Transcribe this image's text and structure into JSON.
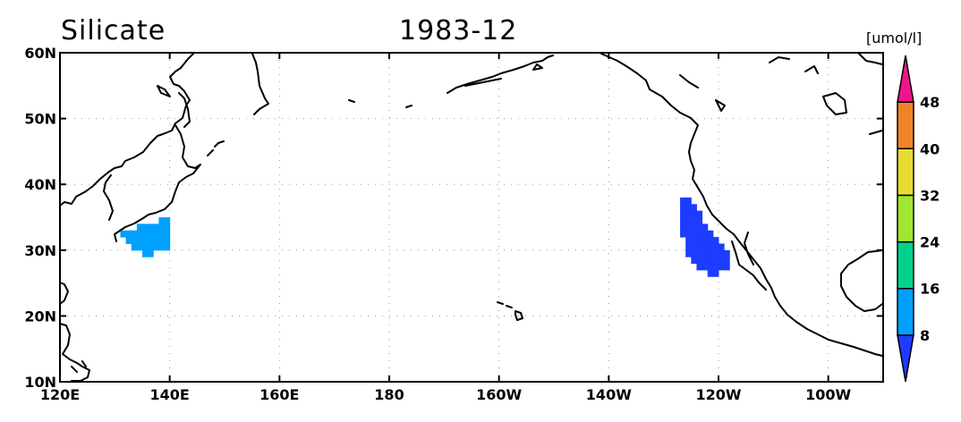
{
  "map": {
    "variable": "Silicate",
    "date": "1983-12",
    "units": "[umol/l]",
    "extent": {
      "lon": [
        120,
        270
      ],
      "lat": [
        10,
        60
      ]
    },
    "lon_ticks": [
      {
        "value": 120,
        "label": "120E"
      },
      {
        "value": 140,
        "label": "140E"
      },
      {
        "value": 160,
        "label": "160E"
      },
      {
        "value": 180,
        "label": "180"
      },
      {
        "value": 200,
        "label": "160W"
      },
      {
        "value": 220,
        "label": "140W"
      },
      {
        "value": 240,
        "label": "120W"
      },
      {
        "value": 260,
        "label": "100W"
      }
    ],
    "lat_ticks": [
      {
        "value": 10,
        "label": "10N"
      },
      {
        "value": 20,
        "label": "20N"
      },
      {
        "value": 30,
        "label": "30N"
      },
      {
        "value": 40,
        "label": "40N"
      },
      {
        "value": 50,
        "label": "50N"
      },
      {
        "value": 60,
        "label": "60N"
      }
    ],
    "grid": true,
    "regions": [
      {
        "name": "japan-south",
        "color": "#00a0ff",
        "cells": [
          [
            131.5,
            32.5
          ],
          [
            132.5,
            32.5
          ],
          [
            133.5,
            32.5
          ],
          [
            134.5,
            32.5
          ],
          [
            135.5,
            32.5
          ],
          [
            136.5,
            32.5
          ],
          [
            137.5,
            32.5
          ],
          [
            138.5,
            32.5
          ],
          [
            139.5,
            32.5
          ],
          [
            132.5,
            31.5
          ],
          [
            133.5,
            31.5
          ],
          [
            134.5,
            31.5
          ],
          [
            135.5,
            31.5
          ],
          [
            136.5,
            31.5
          ],
          [
            137.5,
            31.5
          ],
          [
            138.5,
            31.5
          ],
          [
            139.5,
            31.5
          ],
          [
            133.5,
            30.5
          ],
          [
            134.5,
            30.5
          ],
          [
            135.5,
            30.5
          ],
          [
            136.5,
            30.5
          ],
          [
            137.5,
            30.5
          ],
          [
            138.5,
            30.5
          ],
          [
            139.5,
            30.5
          ],
          [
            135.5,
            29.5
          ],
          [
            136.5,
            29.5
          ],
          [
            134.5,
            33.5
          ],
          [
            135.5,
            33.5
          ],
          [
            136.5,
            33.5
          ],
          [
            137.5,
            33.5
          ],
          [
            138.5,
            33.5
          ],
          [
            139.5,
            33.5
          ],
          [
            138.5,
            34.5
          ],
          [
            139.5,
            34.5
          ]
        ]
      },
      {
        "name": "california-coast",
        "color": "#1e3cff",
        "cells": [
          [
            233.5,
            37.5
          ],
          [
            234.5,
            37.5
          ],
          [
            233.5,
            36.5
          ],
          [
            234.5,
            36.5
          ],
          [
            235.5,
            36.5
          ],
          [
            233.5,
            35.5
          ],
          [
            234.5,
            35.5
          ],
          [
            235.5,
            35.5
          ],
          [
            236.5,
            35.5
          ],
          [
            233.5,
            34.5
          ],
          [
            234.5,
            34.5
          ],
          [
            235.5,
            34.5
          ],
          [
            236.5,
            34.5
          ],
          [
            233.5,
            33.5
          ],
          [
            234.5,
            33.5
          ],
          [
            235.5,
            33.5
          ],
          [
            236.5,
            33.5
          ],
          [
            237.5,
            33.5
          ],
          [
            233.5,
            32.5
          ],
          [
            234.5,
            32.5
          ],
          [
            235.5,
            32.5
          ],
          [
            236.5,
            32.5
          ],
          [
            237.5,
            32.5
          ],
          [
            238.5,
            32.5
          ],
          [
            234.5,
            31.5
          ],
          [
            235.5,
            31.5
          ],
          [
            236.5,
            31.5
          ],
          [
            237.5,
            31.5
          ],
          [
            238.5,
            31.5
          ],
          [
            239.5,
            31.5
          ],
          [
            234.5,
            30.5
          ],
          [
            235.5,
            30.5
          ],
          [
            236.5,
            30.5
          ],
          [
            237.5,
            30.5
          ],
          [
            238.5,
            30.5
          ],
          [
            239.5,
            30.5
          ],
          [
            240.5,
            30.5
          ],
          [
            234.5,
            29.5
          ],
          [
            235.5,
            29.5
          ],
          [
            236.5,
            29.5
          ],
          [
            237.5,
            29.5
          ],
          [
            238.5,
            29.5
          ],
          [
            239.5,
            29.5
          ],
          [
            240.5,
            29.5
          ],
          [
            241.5,
            29.5
          ],
          [
            235.5,
            28.5
          ],
          [
            236.5,
            28.5
          ],
          [
            237.5,
            28.5
          ],
          [
            238.5,
            28.5
          ],
          [
            239.5,
            28.5
          ],
          [
            240.5,
            28.5
          ],
          [
            241.5,
            28.5
          ],
          [
            236.5,
            27.5
          ],
          [
            237.5,
            27.5
          ],
          [
            238.5,
            27.5
          ],
          [
            239.5,
            27.5
          ],
          [
            240.5,
            27.5
          ],
          [
            241.5,
            27.5
          ],
          [
            238.5,
            26.5
          ],
          [
            239.5,
            26.5
          ]
        ]
      }
    ]
  },
  "colorbar": {
    "labels": [
      "8",
      "16",
      "24",
      "32",
      "40",
      "48"
    ],
    "colors": [
      "#1e3cff",
      "#00a0ff",
      "#00d28c",
      "#a0e632",
      "#e6dc32",
      "#f08228",
      "#f0148c"
    ]
  }
}
